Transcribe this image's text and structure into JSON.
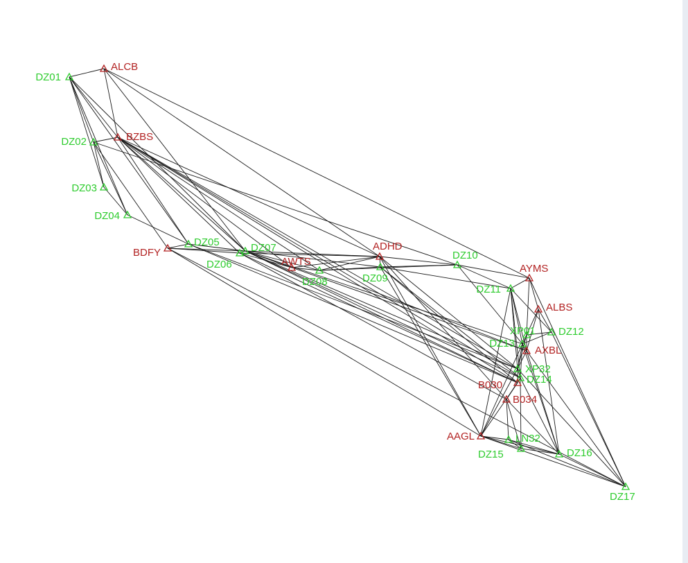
{
  "colors": {
    "known_station": "#b22222",
    "new_station": "#2ecc2e",
    "edge": "#1a1a1a"
  },
  "stations": [
    {
      "id": "DZ01",
      "kind": "new"
    },
    {
      "id": "ALCB",
      "kind": "known"
    },
    {
      "id": "DZ02",
      "kind": "new"
    },
    {
      "id": "BZBS",
      "kind": "known"
    },
    {
      "id": "DZ03",
      "kind": "new"
    },
    {
      "id": "DZ04",
      "kind": "new"
    },
    {
      "id": "BDFY",
      "kind": "known"
    },
    {
      "id": "DZ05",
      "kind": "new"
    },
    {
      "id": "DZ06",
      "kind": "new"
    },
    {
      "id": "DZ07",
      "kind": "new"
    },
    {
      "id": "AWTS",
      "kind": "known"
    },
    {
      "id": "DZ08",
      "kind": "new"
    },
    {
      "id": "ADHD",
      "kind": "known"
    },
    {
      "id": "DZ09",
      "kind": "new"
    },
    {
      "id": "DZ10",
      "kind": "new"
    },
    {
      "id": "AYMS",
      "kind": "known"
    },
    {
      "id": "DZ11",
      "kind": "new"
    },
    {
      "id": "ALBS",
      "kind": "known"
    },
    {
      "id": "XP01",
      "kind": "new"
    },
    {
      "id": "DZ12",
      "kind": "new"
    },
    {
      "id": "DZ13",
      "kind": "new"
    },
    {
      "id": "AXBL",
      "kind": "known"
    },
    {
      "id": "XP32",
      "kind": "new"
    },
    {
      "id": "DZ14",
      "kind": "new"
    },
    {
      "id": "B030",
      "kind": "known"
    },
    {
      "id": "B034",
      "kind": "known"
    },
    {
      "id": "AAGL",
      "kind": "known"
    },
    {
      "id": "LN32",
      "kind": "new"
    },
    {
      "id": "DZ15",
      "kind": "new"
    },
    {
      "id": "DZ16",
      "kind": "new"
    },
    {
      "id": "DZ17",
      "kind": "new"
    }
  ],
  "edges": [
    [
      "DZ01",
      "ALCB"
    ],
    [
      "DZ01",
      "DZ02"
    ],
    [
      "DZ01",
      "DZ03"
    ],
    [
      "DZ01",
      "DZ04"
    ],
    [
      "DZ01",
      "BZBS"
    ],
    [
      "DZ01",
      "DZ05"
    ],
    [
      "DZ01",
      "DZ07"
    ],
    [
      "ALCB",
      "BZBS"
    ],
    [
      "ALCB",
      "DZ07"
    ],
    [
      "ALCB",
      "ADHD"
    ],
    [
      "ALCB",
      "AYMS"
    ],
    [
      "DZ02",
      "BZBS"
    ],
    [
      "DZ02",
      "DZ03"
    ],
    [
      "DZ02",
      "DZ04"
    ],
    [
      "DZ02",
      "BDFY"
    ],
    [
      "DZ02",
      "DZ10"
    ],
    [
      "BZBS",
      "DZ05"
    ],
    [
      "BZBS",
      "DZ06"
    ],
    [
      "BZBS",
      "DZ07"
    ],
    [
      "BZBS",
      "AWTS"
    ],
    [
      "BZBS",
      "DZ08"
    ],
    [
      "BZBS",
      "ADHD"
    ],
    [
      "BZBS",
      "XP32"
    ],
    [
      "BZBS",
      "DZ14"
    ],
    [
      "BZBS",
      "B030"
    ],
    [
      "DZ03",
      "DZ04"
    ],
    [
      "DZ04",
      "DZ05"
    ],
    [
      "BDFY",
      "DZ05"
    ],
    [
      "BDFY",
      "DZ06"
    ],
    [
      "BDFY",
      "DZ07"
    ],
    [
      "BDFY",
      "AAGL"
    ],
    [
      "BDFY",
      "DZ17"
    ],
    [
      "DZ05",
      "DZ07"
    ],
    [
      "DZ05",
      "XP32"
    ],
    [
      "DZ05",
      "B030"
    ],
    [
      "DZ06",
      "DZ07"
    ],
    [
      "DZ06",
      "AWTS"
    ],
    [
      "DZ06",
      "ADHD"
    ],
    [
      "DZ06",
      "B030"
    ],
    [
      "DZ06",
      "B034"
    ],
    [
      "DZ07",
      "AWTS"
    ],
    [
      "DZ07",
      "DZ08"
    ],
    [
      "DZ07",
      "ADHD"
    ],
    [
      "DZ07",
      "DZ09"
    ],
    [
      "DZ07",
      "DZ14"
    ],
    [
      "DZ07",
      "XP32"
    ],
    [
      "DZ07",
      "B030"
    ],
    [
      "DZ07",
      "AXBL"
    ],
    [
      "DZ07",
      "DZ13"
    ],
    [
      "AWTS",
      "DZ08"
    ],
    [
      "AWTS",
      "ADHD"
    ],
    [
      "DZ08",
      "ADHD"
    ],
    [
      "DZ08",
      "DZ09"
    ],
    [
      "DZ08",
      "DZ10"
    ],
    [
      "DZ08",
      "AXBL"
    ],
    [
      "ADHD",
      "DZ09"
    ],
    [
      "ADHD",
      "DZ10"
    ],
    [
      "ADHD",
      "XP32"
    ],
    [
      "ADHD",
      "AAGL"
    ],
    [
      "ADHD",
      "B034"
    ],
    [
      "DZ09",
      "DZ10"
    ],
    [
      "DZ09",
      "DZ11"
    ],
    [
      "DZ09",
      "AAGL"
    ],
    [
      "DZ09",
      "DZ14"
    ],
    [
      "DZ09",
      "B030"
    ],
    [
      "DZ10",
      "AYMS"
    ],
    [
      "DZ10",
      "DZ11"
    ],
    [
      "DZ10",
      "DZ13"
    ],
    [
      "AYMS",
      "DZ11"
    ],
    [
      "AYMS",
      "XP01"
    ],
    [
      "AYMS",
      "ALBS"
    ],
    [
      "AYMS",
      "DZ17"
    ],
    [
      "DZ11",
      "XP32"
    ],
    [
      "DZ11",
      "DZ13"
    ],
    [
      "DZ11",
      "AXBL"
    ],
    [
      "DZ11",
      "AAGL"
    ],
    [
      "DZ11",
      "DZ14"
    ],
    [
      "DZ11",
      "DZ12"
    ],
    [
      "ALBS",
      "XP01"
    ],
    [
      "ALBS",
      "DZ12"
    ],
    [
      "ALBS",
      "AXBL"
    ],
    [
      "ALBS",
      "DZ16"
    ],
    [
      "XP01",
      "DZ12"
    ],
    [
      "XP01",
      "DZ13"
    ],
    [
      "XP01",
      "AXBL"
    ],
    [
      "XP01",
      "XP32"
    ],
    [
      "DZ12",
      "DZ17"
    ],
    [
      "DZ12",
      "DZ13"
    ],
    [
      "DZ13",
      "AXBL"
    ],
    [
      "DZ13",
      "XP32"
    ],
    [
      "DZ13",
      "DZ14"
    ],
    [
      "DZ13",
      "AAGL"
    ],
    [
      "DZ13",
      "DZ16"
    ],
    [
      "AXBL",
      "XP32"
    ],
    [
      "AXBL",
      "DZ16"
    ],
    [
      "AXBL",
      "DZ17"
    ],
    [
      "XP32",
      "DZ14"
    ],
    [
      "XP32",
      "B030"
    ],
    [
      "XP32",
      "AAGL"
    ],
    [
      "XP32",
      "DZ17"
    ],
    [
      "DZ14",
      "B034"
    ],
    [
      "DZ14",
      "DZ16"
    ],
    [
      "DZ14",
      "DZ15"
    ],
    [
      "B030",
      "B034"
    ],
    [
      "B030",
      "AAGL"
    ],
    [
      "B034",
      "LN32"
    ],
    [
      "B034",
      "DZ16"
    ],
    [
      "B034",
      "DZ15"
    ],
    [
      "AAGL",
      "LN32"
    ],
    [
      "AAGL",
      "DZ15"
    ],
    [
      "AAGL",
      "DZ17"
    ],
    [
      "AAGL",
      "DZ16"
    ],
    [
      "LN32",
      "DZ15"
    ],
    [
      "LN32",
      "DZ16"
    ],
    [
      "LN32",
      "DZ17"
    ],
    [
      "DZ15",
      "DZ16"
    ],
    [
      "DZ16",
      "DZ17"
    ]
  ]
}
